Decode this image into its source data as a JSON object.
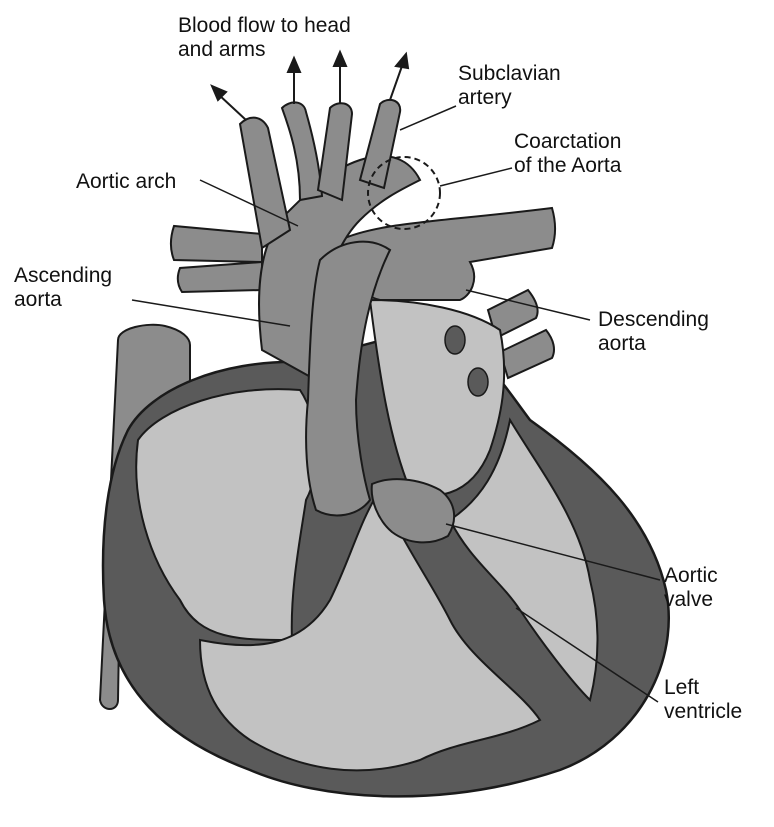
{
  "labels": {
    "blood_flow": [
      "Blood flow to head",
      "and arms"
    ],
    "subclavian": [
      "Subclavian",
      "artery"
    ],
    "coarctation": [
      "Coarctation",
      "of the Aorta"
    ],
    "aortic_arch": [
      "Aortic arch"
    ],
    "ascending": [
      "Ascending",
      "aorta"
    ],
    "descending": [
      "Descending",
      "aorta"
    ],
    "aortic_valve": [
      "Aortic",
      "valve"
    ],
    "left_ventricle": [
      "Left",
      "ventricle"
    ]
  },
  "colors": {
    "outline": "#1a1a1a",
    "vessel": "#8c8c8c",
    "chamber_light": "#c2c2c2",
    "wall_dark": "#5a5a5a",
    "background": "#ffffff"
  }
}
